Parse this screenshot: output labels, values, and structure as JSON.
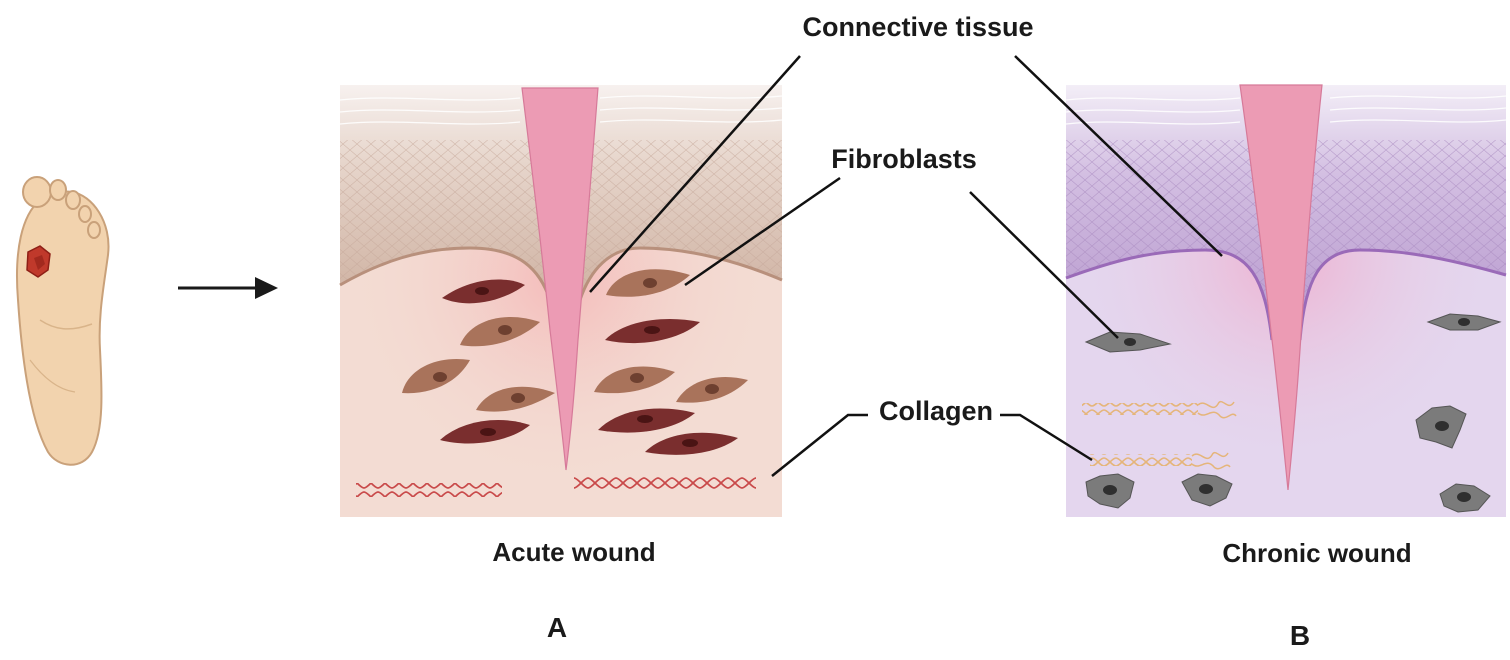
{
  "labels": {
    "connective_tissue": "Connective tissue",
    "fibroblasts": "Fibroblasts",
    "collagen": "Collagen"
  },
  "captions": {
    "acute": "Acute wound",
    "chronic": "Chronic wound"
  },
  "panels": {
    "a": "A",
    "b": "B"
  },
  "colors": {
    "ulcer": "#c0392b",
    "foot_skin": "#f2d3ae",
    "acute_epidermis": "#d9c1b3",
    "acute_dermis": "#f3dcd3",
    "chronic_epidermis": "#c4a6d8",
    "chronic_dermis": "#e4d6ee",
    "wound_channel": "#ec9bb4",
    "acute_fibroblast_light": "#a9735b",
    "acute_fibroblast_dark": "#7a2e2e",
    "chronic_fibroblast": "#7b7b7b",
    "collagen_acute": "#c94a4a",
    "collagen_chronic": "#e5b57a"
  }
}
